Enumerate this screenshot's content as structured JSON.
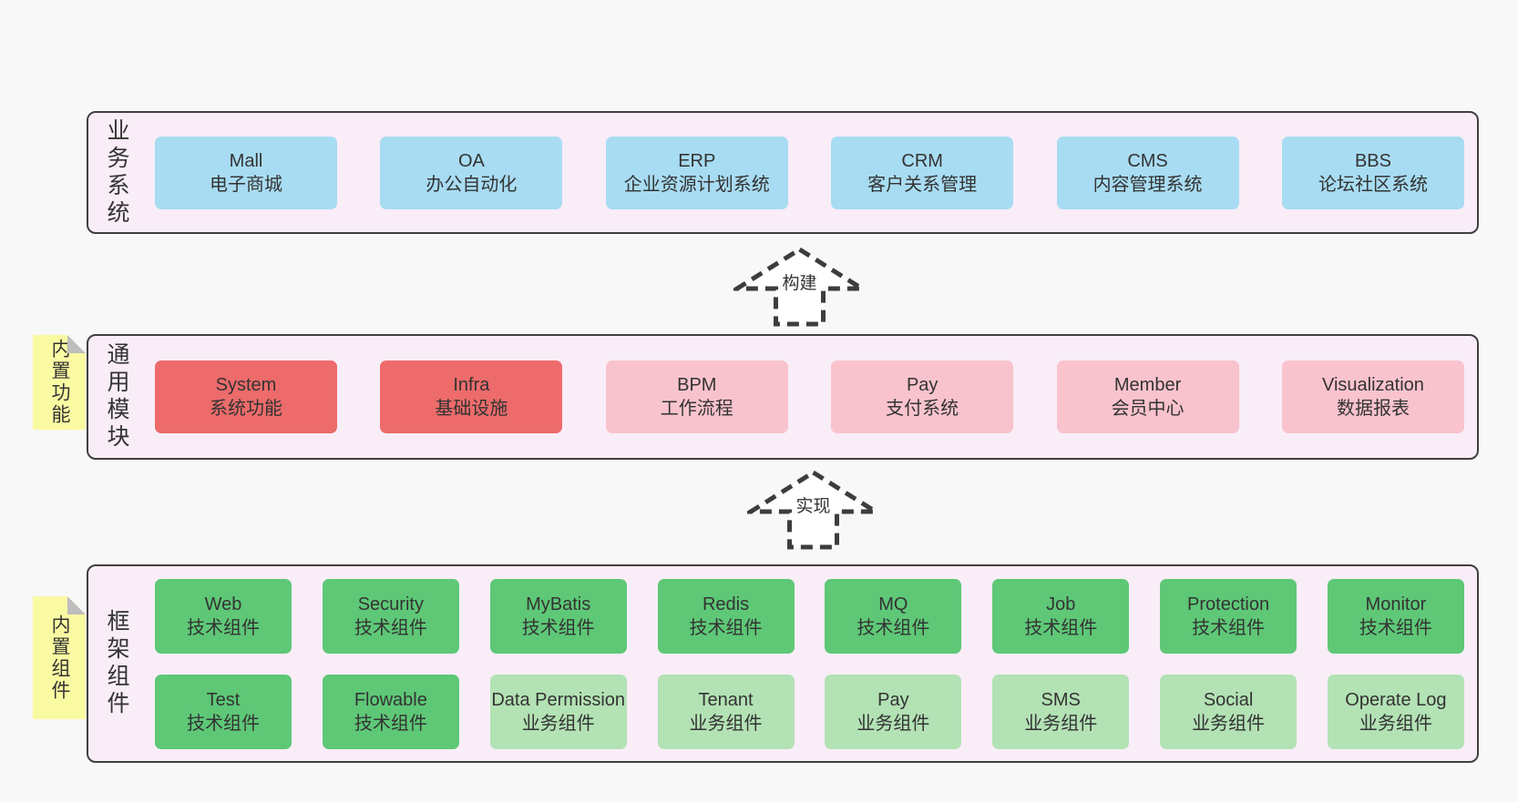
{
  "colors": {
    "page_bg": "#f8f8f8",
    "section_bg": "#f9edf8",
    "section_border": "#404040",
    "blue_box": "#a8dcf2",
    "red_box": "#ed6b6b",
    "pink_box": "#f9c3cd",
    "green_box": "#5ec877",
    "light_green_box": "#b3e2b4",
    "sticky_note": "#fafaa2",
    "text": "#333333"
  },
  "sections": {
    "business": {
      "label": "业务系统",
      "items": [
        {
          "name": "Mall",
          "desc": "电子商城"
        },
        {
          "name": "OA",
          "desc": "办公自动化"
        },
        {
          "name": "ERP",
          "desc": "企业资源计划系统"
        },
        {
          "name": "CRM",
          "desc": "客户关系管理"
        },
        {
          "name": "CMS",
          "desc": "内容管理系统"
        },
        {
          "name": "BBS",
          "desc": "论坛社区系统"
        }
      ]
    },
    "modules": {
      "label": "通用模块",
      "note": "内置功能",
      "items": [
        {
          "name": "System",
          "desc": "系统功能",
          "variant": "red"
        },
        {
          "name": "Infra",
          "desc": "基础设施",
          "variant": "red"
        },
        {
          "name": "BPM",
          "desc": "工作流程",
          "variant": "pink"
        },
        {
          "name": "Pay",
          "desc": "支付系统",
          "variant": "pink"
        },
        {
          "name": "Member",
          "desc": "会员中心",
          "variant": "pink"
        },
        {
          "name": "Visualization",
          "desc": "数据报表",
          "variant": "pink"
        }
      ]
    },
    "components": {
      "label": "框架组件",
      "note": "内置组件",
      "rows": [
        [
          {
            "name": "Web",
            "desc": "技术组件"
          },
          {
            "name": "Security",
            "desc": "技术组件"
          },
          {
            "name": "MyBatis",
            "desc": "技术组件"
          },
          {
            "name": "Redis",
            "desc": "技术组件"
          },
          {
            "name": "MQ",
            "desc": "技术组件"
          },
          {
            "name": "Job",
            "desc": "技术组件"
          },
          {
            "name": "Protection",
            "desc": "技术组件"
          },
          {
            "name": "Monitor",
            "desc": "技术组件"
          }
        ],
        [
          {
            "name": "Test",
            "desc": "技术组件"
          },
          {
            "name": "Flowable",
            "desc": "技术组件"
          },
          {
            "name": "Data Permission",
            "desc": "业务组件"
          },
          {
            "name": "Tenant",
            "desc": "业务组件"
          },
          {
            "name": "Pay",
            "desc": "业务组件"
          },
          {
            "name": "SMS",
            "desc": "业务组件"
          },
          {
            "name": "Social",
            "desc": "业务组件"
          },
          {
            "name": "Operate Log",
            "desc": "业务组件"
          }
        ]
      ]
    }
  },
  "arrows": {
    "build": {
      "label": "构建"
    },
    "implement": {
      "label": "实现"
    }
  }
}
